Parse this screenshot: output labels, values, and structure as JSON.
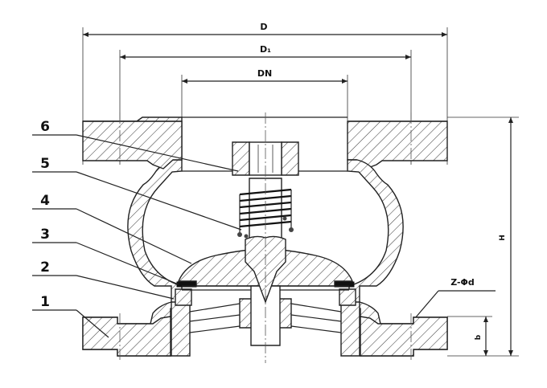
{
  "dimensions": {
    "outer_diameter": "D",
    "bolt_circle": "D₁",
    "nominal_diameter": "DN",
    "height": "H",
    "bolt_holes": "Z-Φd",
    "flange_thickness": "b"
  },
  "part_callouts": [
    "6",
    "5",
    "4",
    "3",
    "2",
    "1"
  ]
}
